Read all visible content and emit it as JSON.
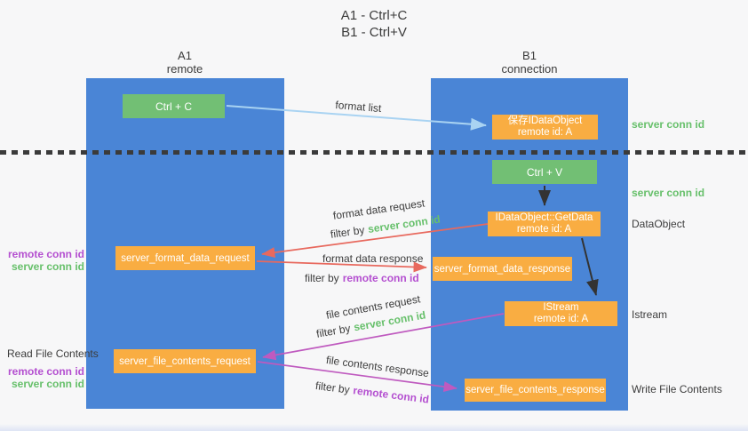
{
  "title": {
    "line1": "A1 - Ctrl+C",
    "line2": "B1 - Ctrl+V"
  },
  "lifelines": {
    "left": {
      "id": "A1",
      "role": "remote"
    },
    "right": {
      "id": "B1",
      "role": "connection"
    }
  },
  "nodes": {
    "ctrl_c": {
      "label": "Ctrl + C"
    },
    "ctrl_v": {
      "label": "Ctrl + V"
    },
    "save_dataobject": {
      "line1": "保存IDataObject",
      "line2": "remote id: A"
    },
    "getdata": {
      "line1": "IDataObject::GetData",
      "line2": "remote id: A"
    },
    "istream": {
      "line1": "IStream",
      "line2": "remote id: A"
    },
    "server_format_data_request": {
      "label": "server_format_data_request"
    },
    "server_format_data_response": {
      "label": "server_format_data_response"
    },
    "server_file_contents_request": {
      "label": "server_file_contents_request"
    },
    "server_file_contents_response": {
      "label": "server_file_contents_response"
    }
  },
  "edges": {
    "format_list": {
      "label": "format list"
    },
    "format_data_request": {
      "label": "format data request",
      "filter_prefix": "filter by",
      "filter_key": "server conn id"
    },
    "format_data_response": {
      "label": "format data response",
      "filter_prefix": "filter by",
      "filter_key": "remote conn id"
    },
    "file_contents_request": {
      "label": "file contents request",
      "filter_prefix": "filter by",
      "filter_key": "server conn id"
    },
    "file_contents_response": {
      "label": "file contents response",
      "filter_prefix": "filter by",
      "filter_key": "remote conn id"
    }
  },
  "annotations": {
    "server_conn_id_top_right": "server conn id",
    "server_conn_id_mid_right": "server conn id",
    "dataobject_right": "DataObject",
    "istream_right": "Istream",
    "write_file_contents_right": "Write File Contents",
    "read_file_contents_left": "Read File Contents",
    "format_left": {
      "remote": "remote conn id",
      "server": "server conn id"
    },
    "file_left": {
      "remote": "remote conn id",
      "server": "server conn id"
    }
  },
  "colors": {
    "lifeline_blue": "#4a85d6",
    "node_green": "#72bf74",
    "node_orange": "#f9ad42",
    "arrow_lightblue": "#a9d3f2",
    "arrow_red": "#e8695e",
    "arrow_magenta": "#bf5abf",
    "arrow_black": "#333333",
    "text_green": "#67c06b",
    "text_purple": "#b44fd0",
    "text_dark": "#3c3c3c"
  }
}
